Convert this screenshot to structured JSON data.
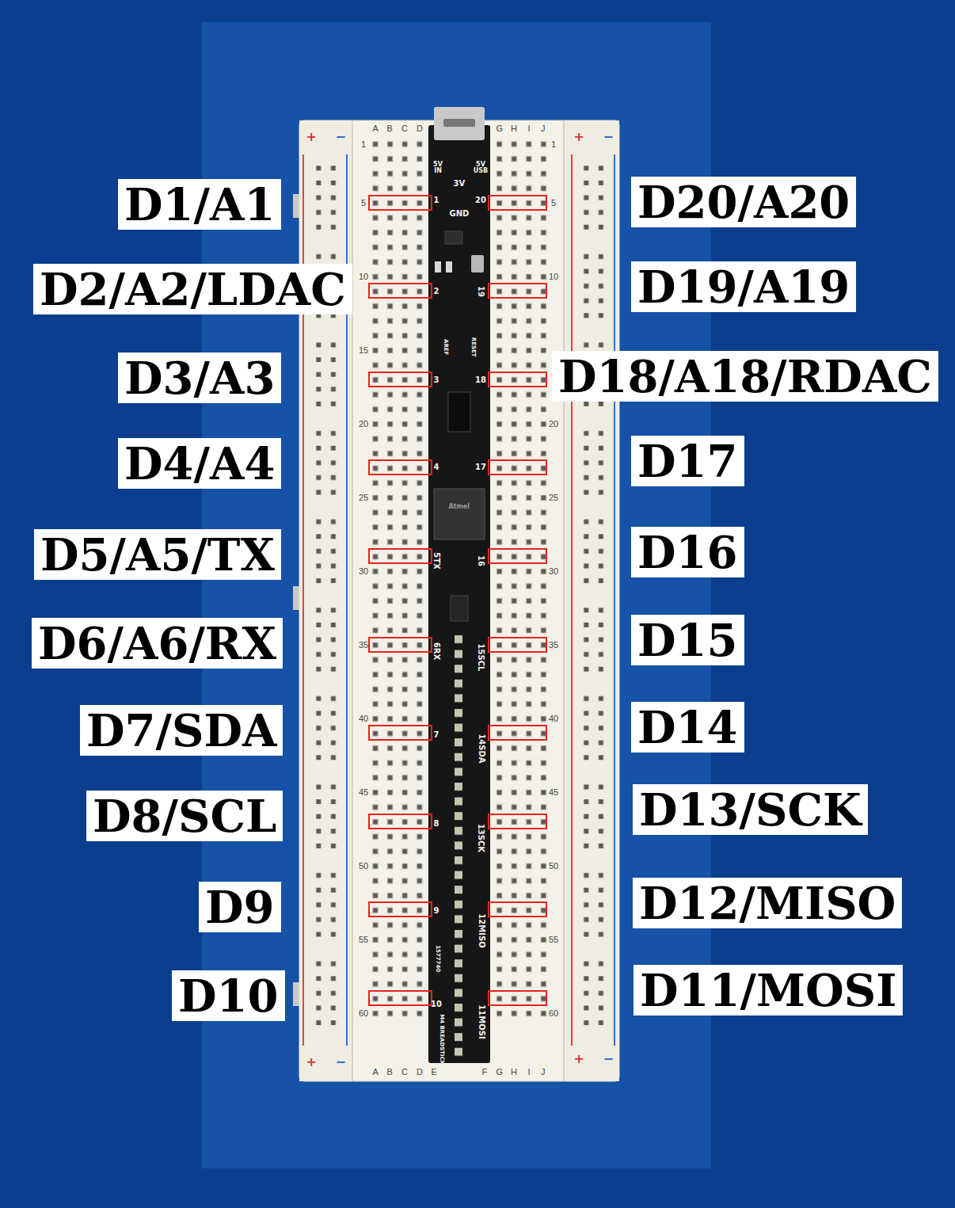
{
  "diagram": {
    "labels": [
      "D1/A1",
      "D20/A20",
      "D2/A2/LDAC",
      "D19/A19",
      "D3/A3",
      "D18/A18/RDAC",
      "D4/A4",
      "D17",
      "D5/A5/TX",
      "D16",
      "D6/A6/RX",
      "D15",
      "D7/SDA",
      "D14",
      "D8/SCL",
      "D13/SCK",
      "D9",
      "D12/MISO",
      "D10",
      "D11/MOSI",
      "+",
      "−",
      "+",
      "−",
      "A",
      "B",
      "C",
      "D",
      "G",
      "H",
      "I",
      "J",
      "1",
      "5",
      "10",
      "15",
      "20",
      "25",
      "30",
      "35",
      "40",
      "45",
      "50",
      "55",
      "60",
      "1",
      "5",
      "10",
      "20",
      "25",
      "30",
      "35",
      "40",
      "45",
      "50",
      "55",
      "60",
      "+",
      "−",
      "+",
      "−",
      "A",
      "B",
      "C",
      "D",
      "E",
      "F",
      "G",
      "H",
      "I",
      "J",
      "5V IN",
      "5V USB",
      "3V",
      "GND",
      "1",
      "20",
      "2",
      "19",
      "AREF",
      "RESET",
      "3",
      "18",
      "4",
      "17",
      "Atmel",
      "5TX",
      "16",
      "6RX",
      "15SCL",
      "7",
      "14SDA",
      "8",
      "13SCK",
      "9",
      "12MISO",
      "1577740",
      "10",
      "11MOSI",
      "M4 BREADSTICK"
    ]
  }
}
